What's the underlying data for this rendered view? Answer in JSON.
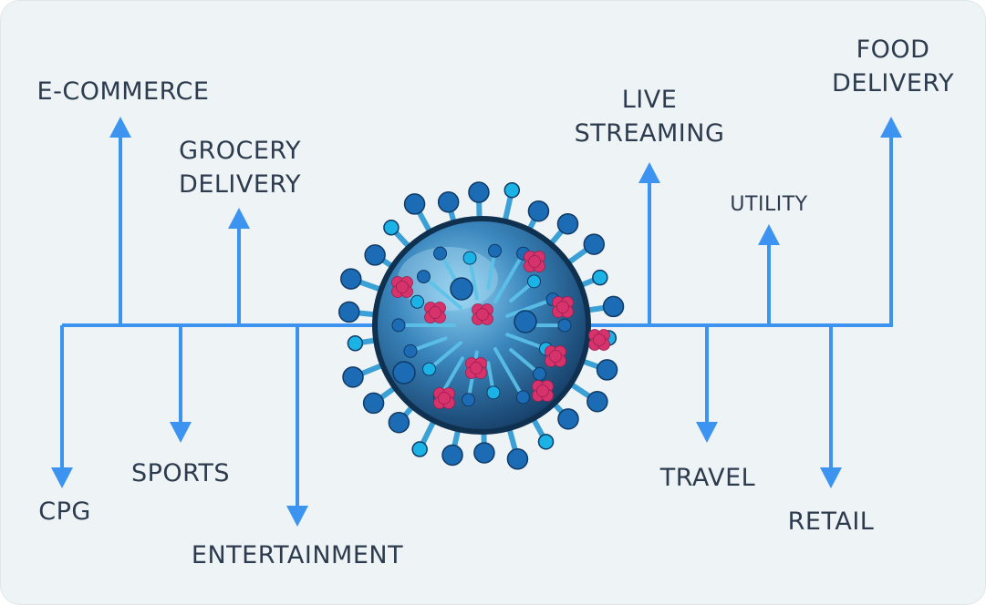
{
  "diagram": {
    "center_image": "coronavirus-illustration",
    "colors": {
      "arrow": "#3d94f0",
      "text": "#2d3b4e",
      "background": "#eef3f5",
      "virus_body": "#1f5a8e",
      "virus_spike_head": "#1b6bb5",
      "virus_protein": "#d6336c"
    },
    "up_labels": {
      "ecommerce": "E-COMMERCE",
      "grocery": "GROCERY\nDELIVERY",
      "live_streaming": "LIVE\nSTREAMING",
      "utility": "UTILITY",
      "food_delivery": "FOOD\nDELIVERY"
    },
    "down_labels": {
      "cpg": "CPG",
      "sports": "SPORTS",
      "entertainment": "ENTERTAINMENT",
      "travel": "TRAVEL",
      "retail": "RETAIL"
    }
  }
}
